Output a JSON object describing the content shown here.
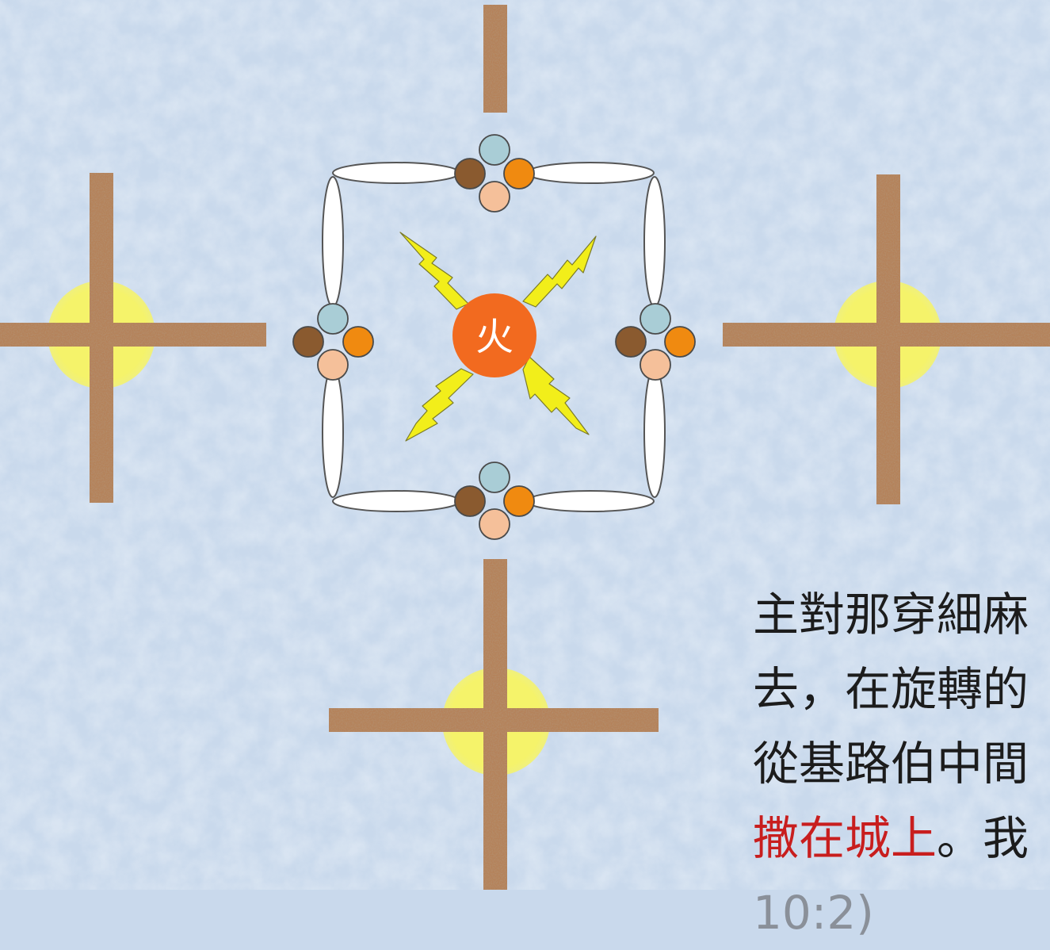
{
  "center_fire": {
    "label": "火",
    "icon": "fire-circle-icon",
    "color": "#f26a1f"
  },
  "scripture_text": {
    "lines": [
      {
        "parts": [
          "主對那穿細麻"
        ]
      },
      {
        "parts": [
          "去，在旋轉的"
        ]
      },
      {
        "parts": [
          "從基路伯中間"
        ]
      },
      {
        "parts": [
          "撒在城上",
          "。我"
        ]
      }
    ],
    "partial_last_line": "10:2)"
  },
  "colors": {
    "background": "#c9d9ec",
    "crossbeam": "#b5825a",
    "glow": "#f5f36a",
    "lightning": "#f2ee1a",
    "cherub_face_top": "#a9cdd6",
    "cherub_face_left": "#8a5a2f",
    "cherub_face_right": "#f08a10",
    "cherub_face_bottom": "#f5c09a",
    "highlight_text": "#c81e1e"
  }
}
